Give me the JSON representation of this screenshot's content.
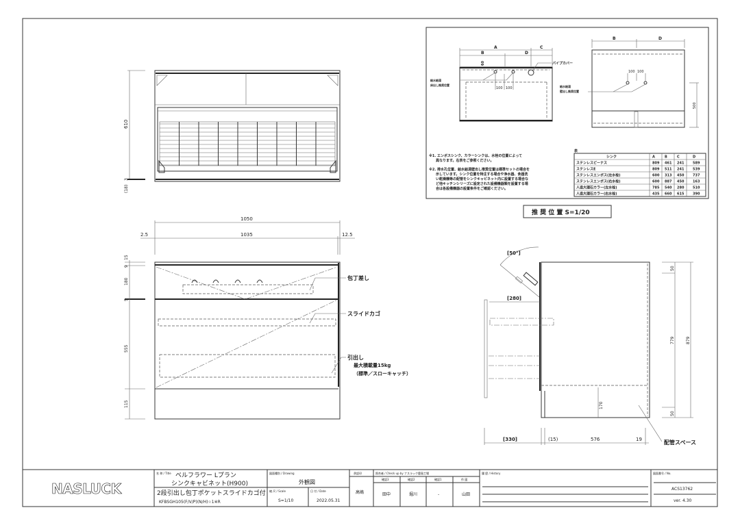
{
  "plan_view": {
    "dim_depth": "610",
    "dim_gap": "3",
    "dim_bottom": "(18)"
  },
  "front_view": {
    "dim_overall": "1050",
    "dim_inner": "1035",
    "dim_left": "2.5",
    "dim_right": "12.5",
    "dims_vertical": [
      "15",
      "9",
      "180",
      "5",
      "555",
      "115"
    ],
    "labels": {
      "knife_holder": "包丁差し",
      "slide_basket": "スライドカゴ",
      "drawer": "引出し",
      "max_load": "最大積載量15kg",
      "catch": "（標準／スローキャッチ）"
    }
  },
  "side_view": {
    "angle": "[50°]",
    "dim_280": "[280]",
    "dim_330": "[330]",
    "dim_15": "(15)",
    "dim_576": "576",
    "dim_19": "19",
    "dim_170": "170",
    "dim_50_top": "50",
    "dim_779": "779",
    "dim_879": "879",
    "dim_50_bottom": "50",
    "piping_space": "配管スペース"
  },
  "recommended": {
    "caption": "推 奨 位 置  S=1/20",
    "left": {
      "A": "A",
      "B": "B",
      "C": "C",
      "D": "D",
      "dim_60": "60",
      "dim_100a": "100",
      "dim_100b": "100",
      "pipe_cover": "パイプカバー",
      "floor_label_1": "給水給湯",
      "floor_label_2": "床出し推奨位置"
    },
    "right": {
      "B": "B",
      "D": "D",
      "dim_100a": "100",
      "dim_100b": "100",
      "dim_500": "500",
      "wall_label_1": "給水給湯",
      "wall_label_2": "壁出し推奨位置"
    },
    "notes": [
      "※1. エンボスシンク、カラーシンクは、水栓の位置によって",
      "　　異なります。右表をご参照ください。",
      "※2. 排水孔位置、給水給湯壁出し推奨位置は標準セットの場合を",
      "　　示しています。シンク位置を特注する場合や浄水器、食器洗",
      "　　い乾燥機等の配管をシンクキャビネット内に設置する場合な",
      "　　ど他キッチンシリーズに設定された設備機器類を設置する場",
      "　　合は各設備機器の設置条件をご確認ください。"
    ],
    "table": {
      "caption": "表",
      "headers": [
        "シンク",
        "A",
        "B",
        "C",
        "D"
      ],
      "rows": [
        [
          "ステンレスビーナス",
          "809",
          "461",
          "241",
          "589"
        ],
        [
          "ステンレスE",
          "809",
          "511",
          "241",
          "539"
        ],
        [
          "ステンレスエンボス(左水栓)",
          "600",
          "313",
          "450",
          "737"
        ],
        [
          "ステンレスエンボス(右水栓)",
          "600",
          "887",
          "450",
          "163"
        ],
        [
          "人造大理石カラー(左水栓)",
          "785",
          "540",
          "280",
          "510"
        ],
        [
          "人造大理石カラー(右水栓)",
          "435",
          "660",
          "615",
          "390"
        ]
      ]
    }
  },
  "title_block": {
    "logo": "NASLUCK",
    "title_label": "名 称 / Title",
    "title_1": "ベルフラワー  Lプラン",
    "title_2": "シンクキャビネット(H900)",
    "title_3": "2段引出し包丁ポケットスライドカゴ付",
    "title_4": "KFBSGH105(F/V/P)(N/H)☆1※R",
    "drawing_label": "図面種別 / Drawing",
    "drawing": "外観図",
    "scale_label": "縮 尺 / Scale",
    "scale": "S=1/10",
    "date_label": "日 付 / Date",
    "date": "2022.05.31",
    "approve_label": "承認印",
    "approver": "高嶋",
    "check_label": "照合者 / Check up by ナスラック鹿島工場",
    "check_cols": [
      "確認3",
      "確認2",
      "確認1",
      "作 図"
    ],
    "check_vals": [
      "田中",
      "堀川",
      "-",
      "山田"
    ],
    "history_label": "履 歴 / History",
    "no_label": "図面番号 / No.",
    "no": "ACS13762",
    "version": "ver. 4.30"
  }
}
